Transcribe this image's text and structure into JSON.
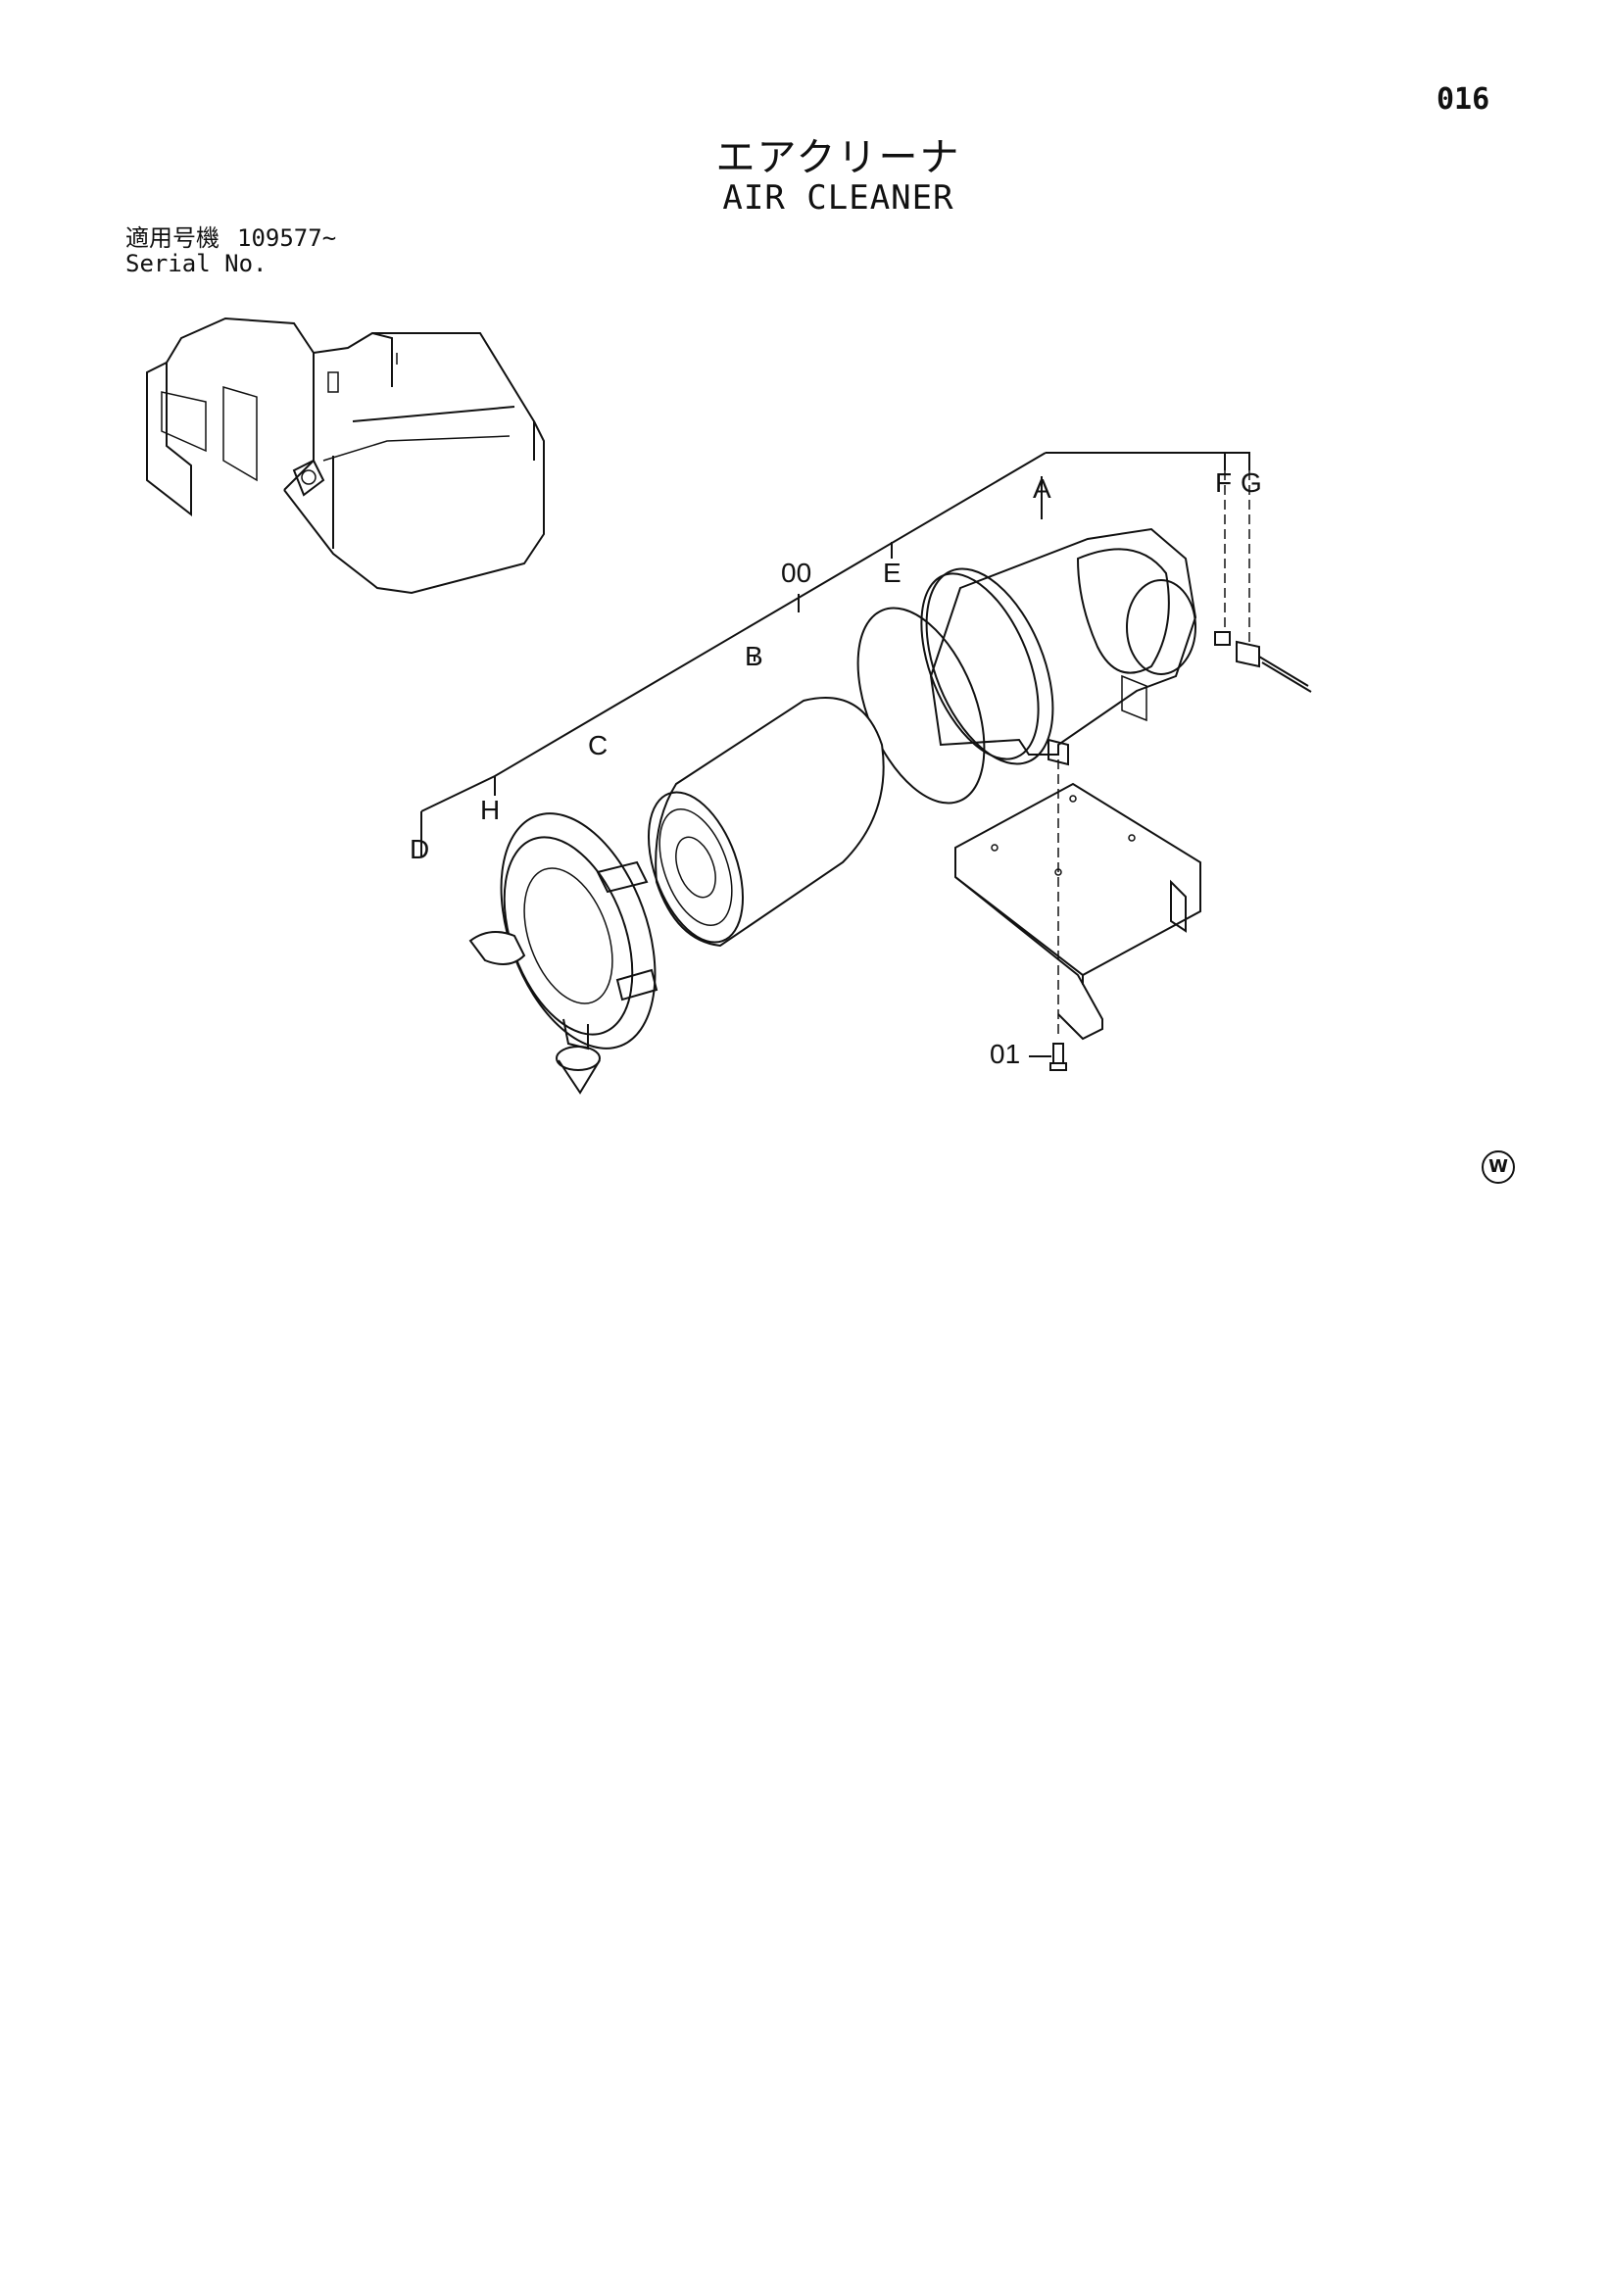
{
  "page_number": "016",
  "title_ja": "エアクリーナ",
  "title_en": "AIR CLEANER",
  "serial": {
    "label_ja": "適用号機",
    "value": "109577~",
    "label_en": "Serial No."
  },
  "callouts": {
    "a": "A",
    "b": "B",
    "c": "C",
    "d": "D",
    "e": "E",
    "f": "F",
    "g": "G",
    "h": "H",
    "p00": "00",
    "p01": "01"
  },
  "symbol": "W"
}
